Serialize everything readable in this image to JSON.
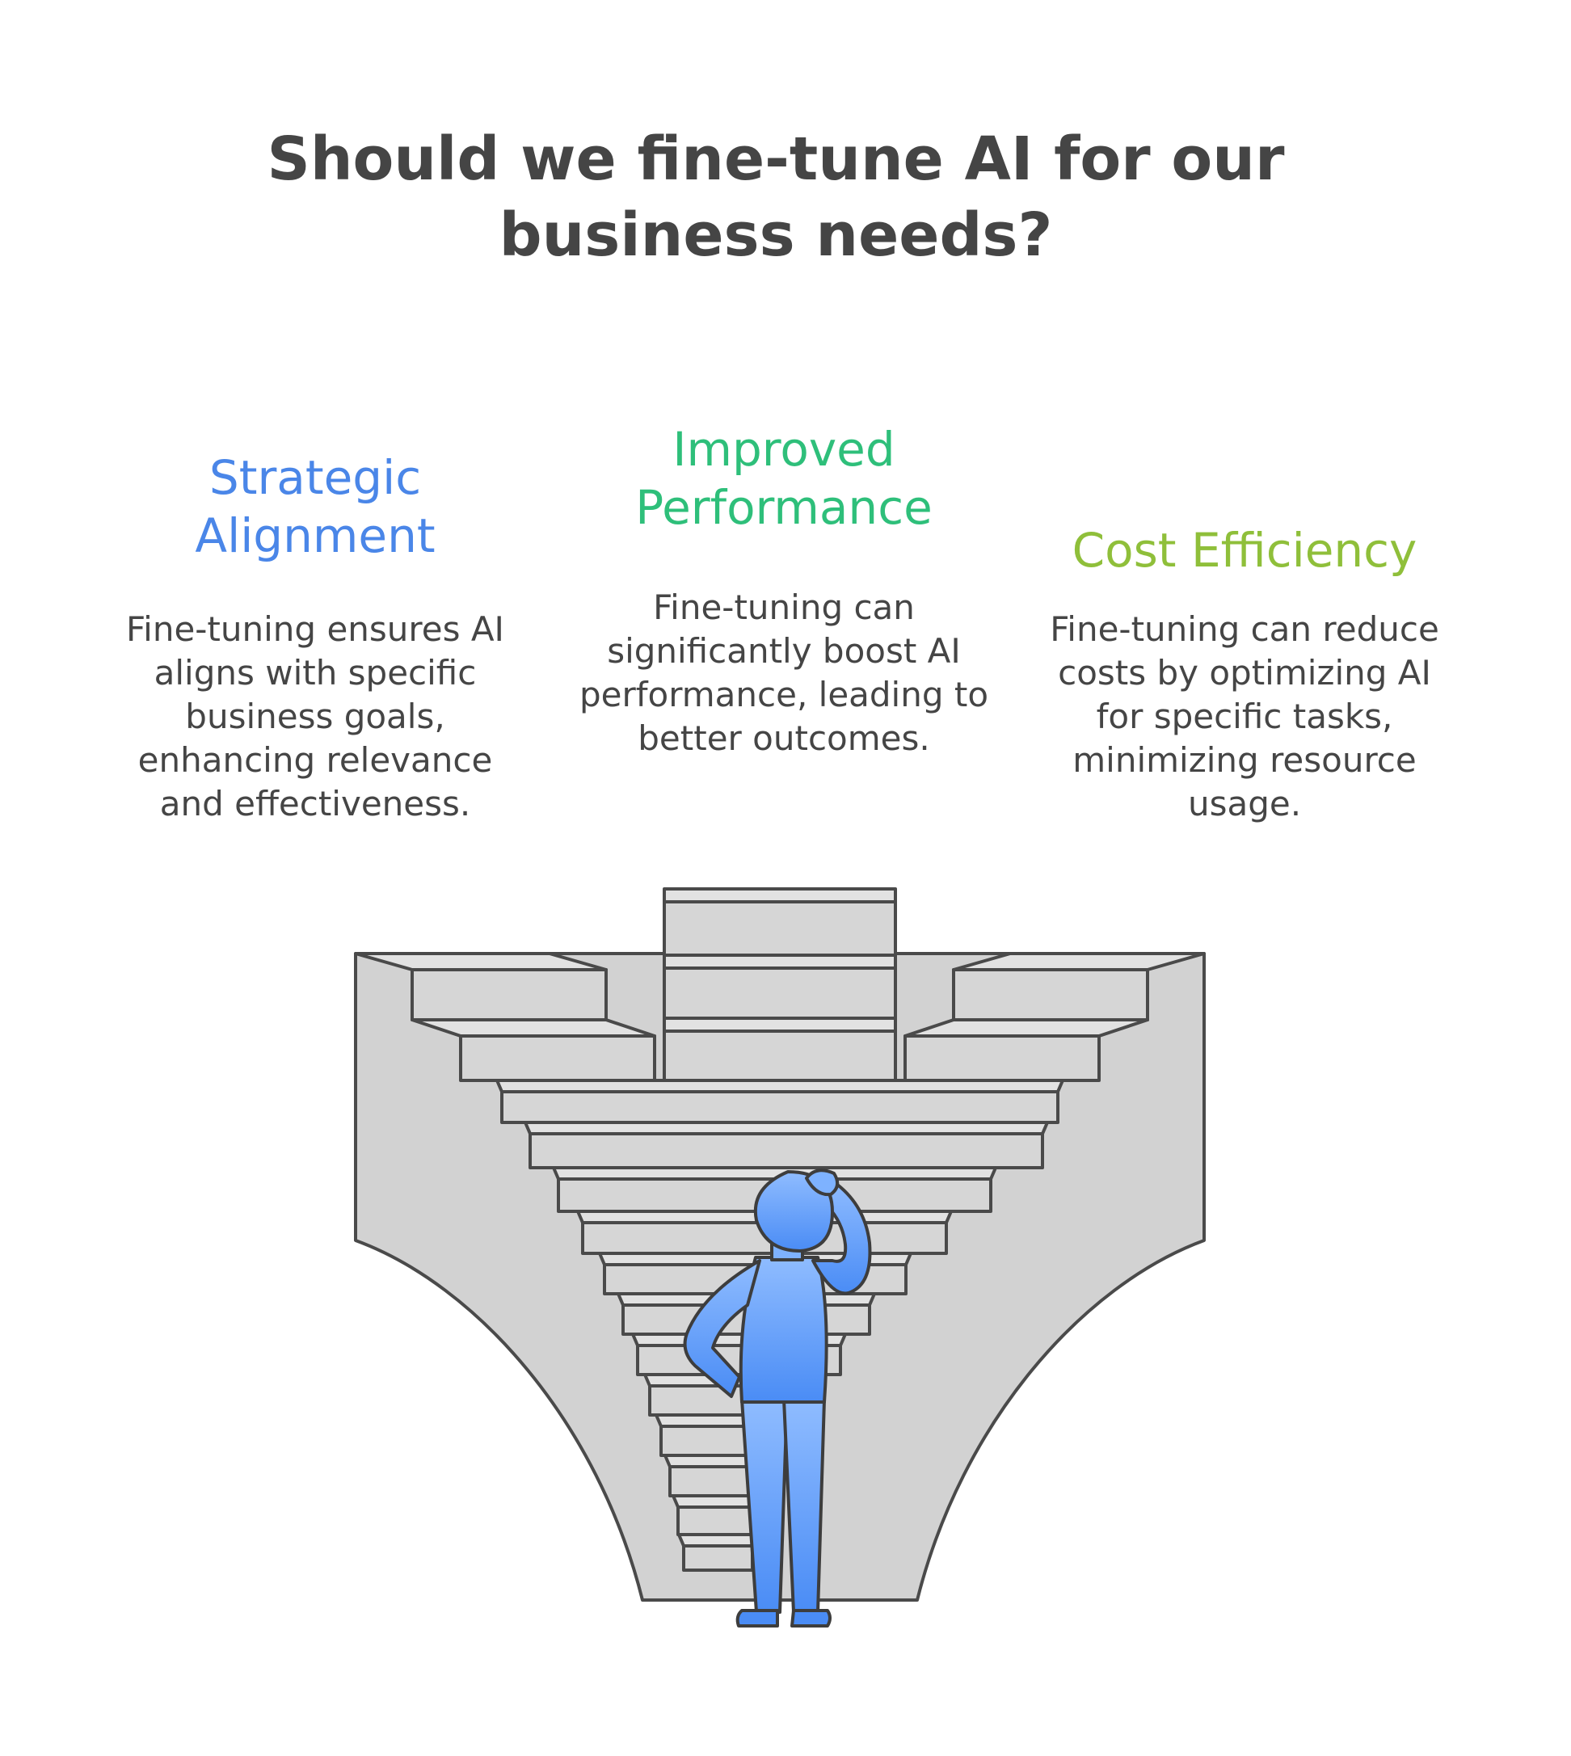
{
  "title": "Should we fine-tune AI for our business needs?",
  "colors": {
    "strategic": "#4a86e8",
    "improved": "#2ebf7a",
    "cost": "#8fbf3a",
    "text": "#454545",
    "stairs_fill": "#d4d4d4",
    "stairs_stroke": "#4a4a4a",
    "person": "#6aa6f8"
  },
  "items": [
    {
      "heading": "Strategic Alignment",
      "description": "Fine-tuning ensures AI aligns with specific business goals, enhancing relevance and effectiveness."
    },
    {
      "heading": "Improved Performance",
      "description": "Fine-tuning can significantly boost AI performance, leading to better outcomes."
    },
    {
      "heading": "Cost Efficiency",
      "description": "Fine-tuning can reduce costs by optimizing AI for specific tasks, minimizing resource usage."
    }
  ],
  "illustration": {
    "icon": "person-contemplating-staircase-icon"
  }
}
